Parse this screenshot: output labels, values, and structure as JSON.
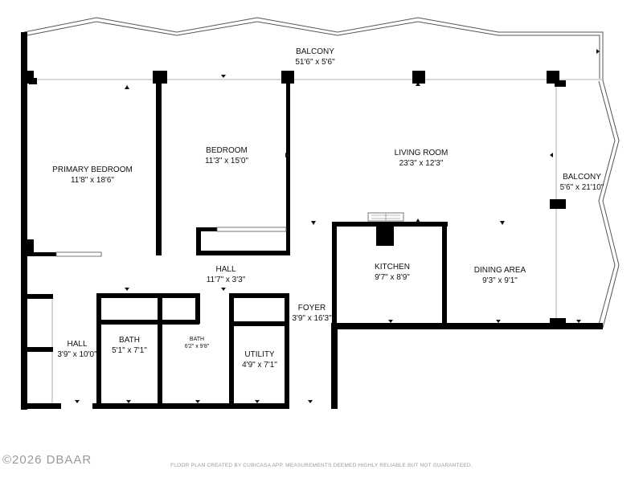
{
  "rooms": {
    "balcony_top": {
      "name": "BALCONY",
      "dims": "51'6\" x 5'6\""
    },
    "primary_bedroom": {
      "name": "PRIMARY BEDROOM",
      "dims": "11'8\" x 18'6\""
    },
    "bedroom": {
      "name": "BEDROOM",
      "dims": "11'3\" x 15'0\""
    },
    "living_room": {
      "name": "LIVING ROOM",
      "dims": "23'3\" x 12'3\""
    },
    "balcony_side": {
      "name": "BALCONY",
      "dims": "5'6\" x 21'10\""
    },
    "hall_center": {
      "name": "HALL",
      "dims": "11'7\" x 3'3\""
    },
    "kitchen": {
      "name": "KITCHEN",
      "dims": "9'7\" x 8'9\""
    },
    "dining_area": {
      "name": "DINING AREA",
      "dims": "9'3\" x 9'1\""
    },
    "foyer": {
      "name": "FOYER",
      "dims": "3'9\" x 16'3\""
    },
    "hall_left": {
      "name": "HALL",
      "dims": "3'9\" x 10'0\""
    },
    "bath1": {
      "name": "BATH",
      "dims": "5'1\" x 7'1\""
    },
    "bath2": {
      "name": "BATH",
      "dims": "6'2\" x 9'8\""
    },
    "utility": {
      "name": "UTILITY",
      "dims": "4'9\" x 7'1\""
    }
  },
  "watermark": "©2026 DBAAR",
  "credit": "FLOOR PLAN CREATED BY CUBICASA APP. MEASUREMENTS DEEMED HIGHLY RELIABLE BUT NOT GUARANTEED.",
  "colors": {
    "wall": "#000000",
    "thin_line": "#555555",
    "watermark": "#9a9a9a"
  }
}
